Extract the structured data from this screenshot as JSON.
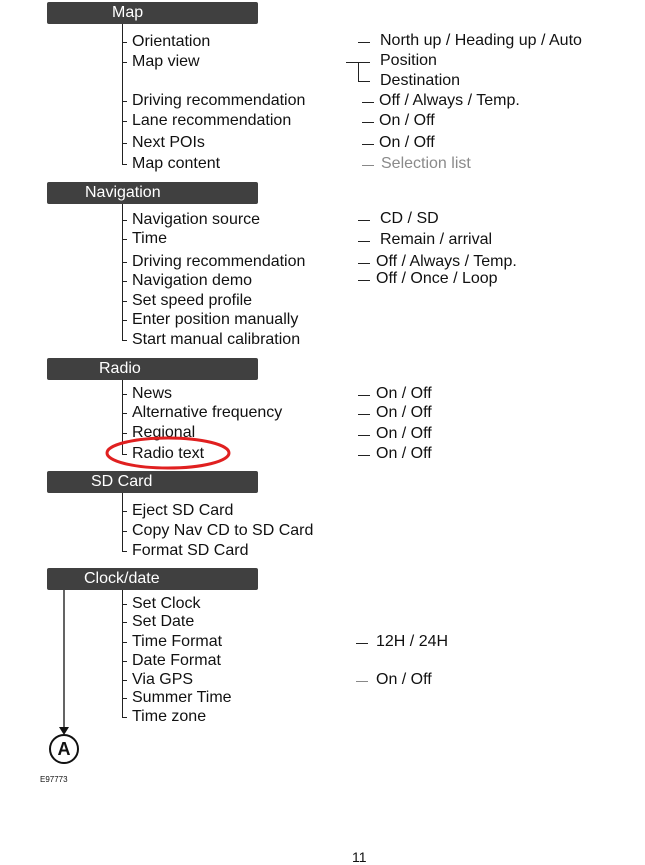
{
  "sections": [
    {
      "title": "Map",
      "items": [
        "Orientation",
        "Map view",
        "Driving recommendation",
        "Lane recommendation",
        "Next POIs",
        "Map content"
      ],
      "values": [
        "North up / Heading up / Auto",
        "Position",
        "Destination",
        "Off / Always / Temp.",
        "On / Off",
        "On / Off",
        "Selection list"
      ]
    },
    {
      "title": "Navigation",
      "items": [
        "Navigation source",
        "Time",
        "Driving recommendation",
        "Navigation demo",
        "Set speed profile",
        "Enter position manually",
        "Start manual calibration"
      ],
      "values": [
        "CD / SD",
        "Remain / arrival",
        "Off / Always / Temp.",
        "Off / Once / Loop"
      ]
    },
    {
      "title": "Radio",
      "items": [
        "News",
        "Alternative frequency",
        "Regional",
        "Radio text"
      ],
      "values": [
        "On / Off",
        "On / Off",
        "On / Off",
        "On / Off"
      ]
    },
    {
      "title": "SD Card",
      "items": [
        "Eject SD Card",
        "Copy Nav CD to SD Card",
        "Format SD Card"
      ],
      "values": []
    },
    {
      "title": "Clock/date",
      "items": [
        "Set Clock",
        "Set Date",
        "Time Format",
        "Date Format",
        "Via GPS",
        "Summer Time",
        "Time zone"
      ],
      "values": [
        "12H / 24H",
        "On / Off"
      ]
    }
  ],
  "connector_label": "A",
  "figure_id": "E97773",
  "page_number": "11",
  "highlight_color": "#e02020"
}
